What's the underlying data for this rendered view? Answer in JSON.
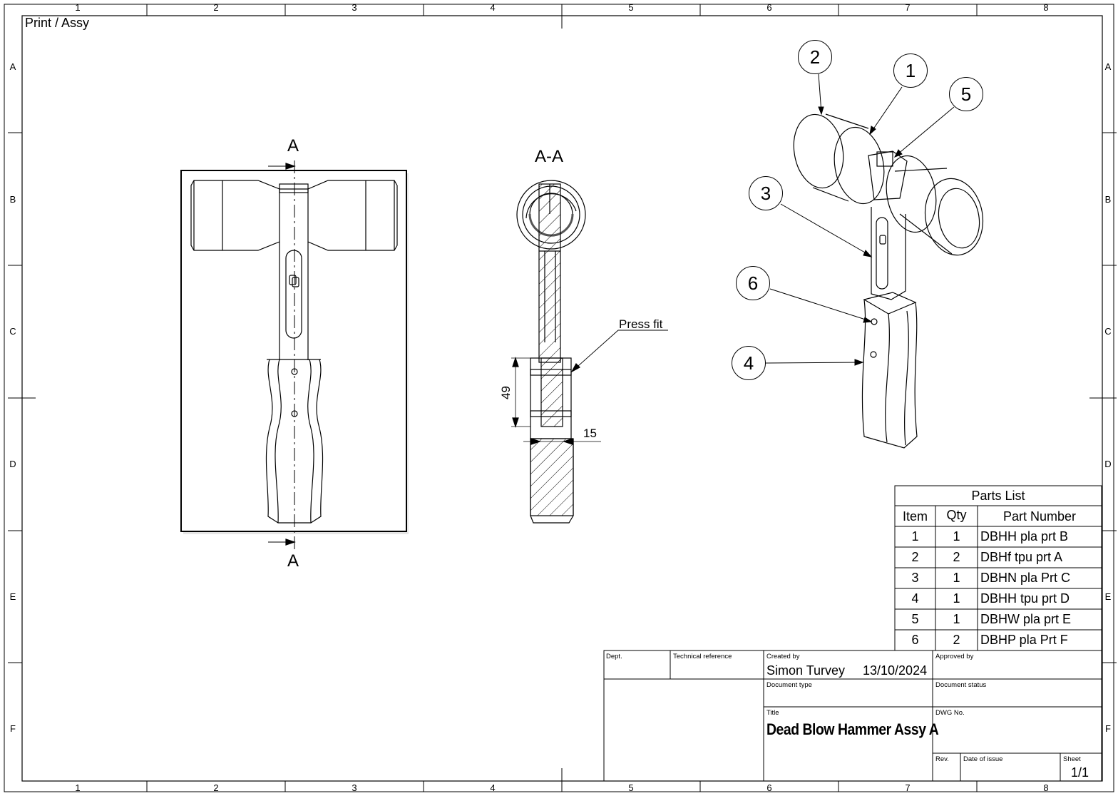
{
  "sheet": {
    "view_label": "Print / Assy",
    "zones_columns": [
      "1",
      "2",
      "3",
      "4",
      "5",
      "6",
      "7",
      "8"
    ],
    "zones_rows": [
      "A",
      "B",
      "C",
      "D",
      "E",
      "F"
    ]
  },
  "views": {
    "section_mark_top": "A",
    "section_mark_bottom": "A",
    "section_title": "A-A",
    "note_press_fit": "Press fit",
    "dim_length": "49",
    "dim_width": "15"
  },
  "balloons": [
    "1",
    "2",
    "3",
    "4",
    "5",
    "6"
  ],
  "parts_list": {
    "title": "Parts List",
    "headers": [
      "Item",
      "Qty",
      "Part Number"
    ],
    "rows": [
      {
        "item": "1",
        "qty": "1",
        "part": "DBHH pla prt B"
      },
      {
        "item": "2",
        "qty": "2",
        "part": "DBHf tpu prt A"
      },
      {
        "item": "3",
        "qty": "1",
        "part": "DBHN pla Prt C"
      },
      {
        "item": "4",
        "qty": "1",
        "part": "DBHH tpu prt D"
      },
      {
        "item": "5",
        "qty": "1",
        "part": "DBHW pla prt E"
      },
      {
        "item": "6",
        "qty": "2",
        "part": "DBHP pla Prt F"
      }
    ]
  },
  "title_block": {
    "dept_label": "Dept.",
    "tech_ref_label": "Technical reference",
    "created_by_label": "Created by",
    "created_by": "Simon Turvey",
    "created_date": "13/10/2024",
    "approved_by_label": "Approved by",
    "doc_type_label": "Document type",
    "doc_status_label": "Document status",
    "title_label": "Title",
    "title": "Dead Blow Hammer Assy A",
    "dwg_no_label": "DWG No.",
    "rev_label": "Rev.",
    "date_issue_label": "Date of issue",
    "sheet_label": "Sheet",
    "sheet": "1/1"
  }
}
